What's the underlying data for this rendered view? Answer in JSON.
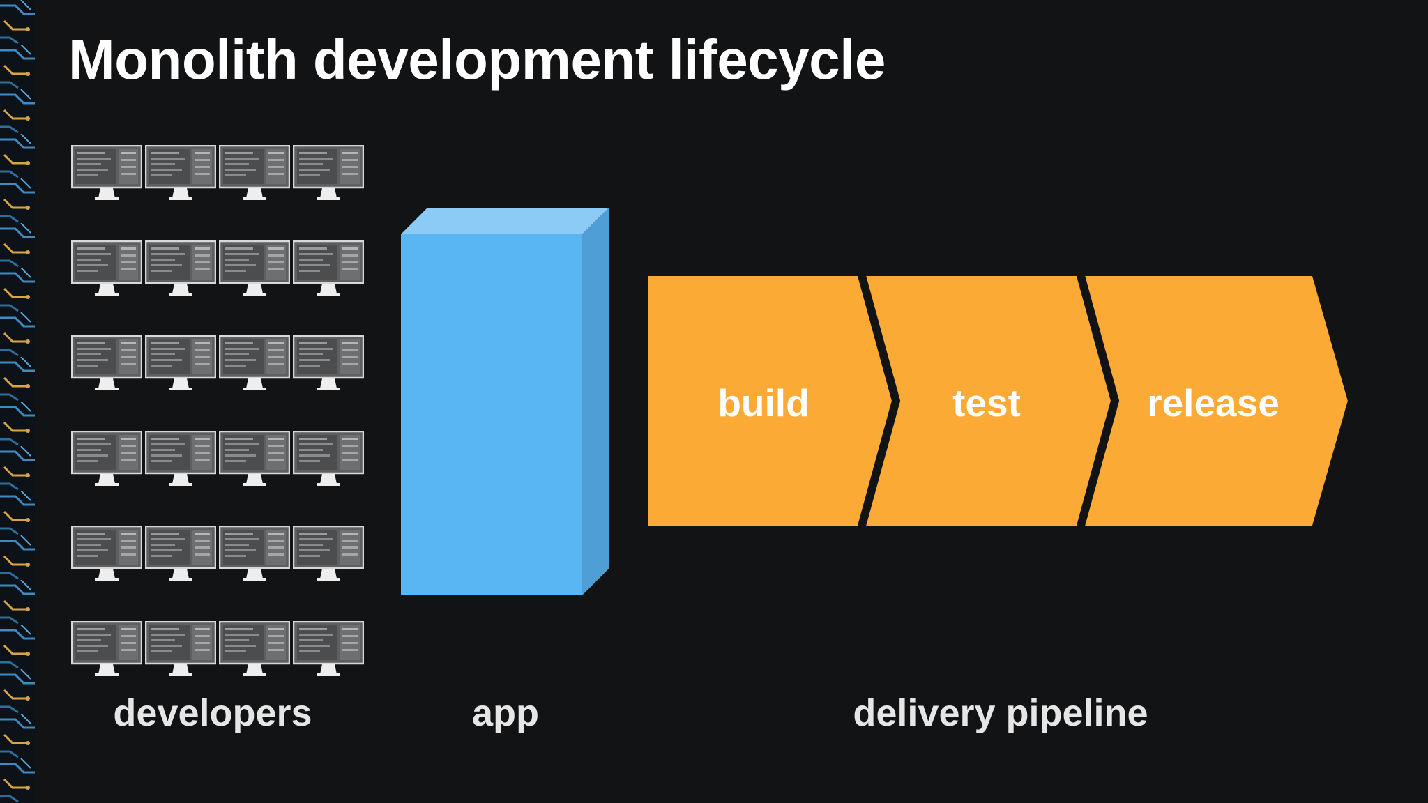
{
  "slide": {
    "title": "Monolith development lifecycle"
  },
  "developers": {
    "label": "developers",
    "rows": 6,
    "columns": 4
  },
  "app": {
    "label": "app",
    "color": "#5ab6f2"
  },
  "pipeline": {
    "label": "delivery pipeline",
    "color": "#fbab35",
    "stages": [
      {
        "label": "build"
      },
      {
        "label": "test"
      },
      {
        "label": "release"
      }
    ]
  },
  "icons": {
    "developer": "desktop-monitor-icon"
  }
}
